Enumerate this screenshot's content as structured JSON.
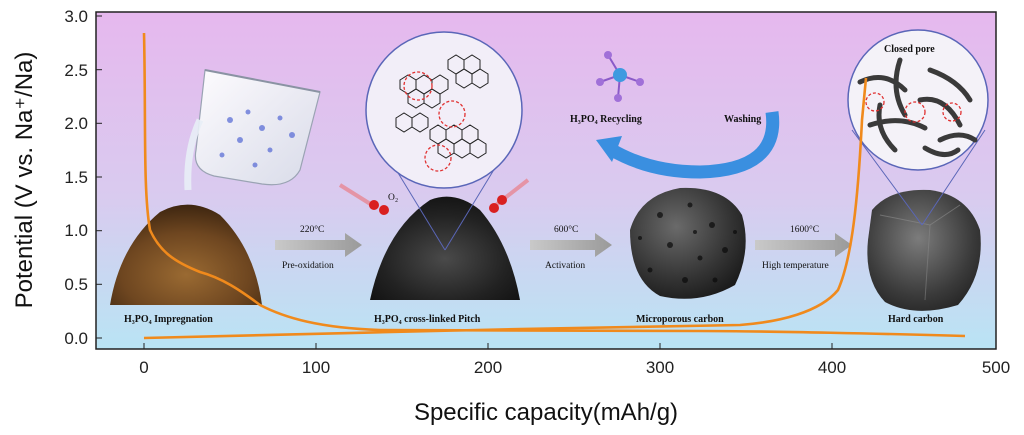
{
  "axes": {
    "xlabel": "Specific capacity(mAh/g)",
    "ylabel": "Potential (V vs. Na⁺/Na)",
    "xticks": [
      "0",
      "100",
      "200",
      "300",
      "400",
      "500"
    ],
    "yticks": [
      "0.0",
      "0.5",
      "1.0",
      "1.5",
      "2.0",
      "2.5",
      "3.0"
    ]
  },
  "stages": {
    "impregnation": "H₃PO₄ Impregnation",
    "crosslinked": "H₃PO₄ cross-linked Pitch",
    "microporous": "Microporous carbon",
    "hard": "Hard carbon"
  },
  "steps": {
    "s1_temp": "220°C",
    "s1_name": "Pre-oxidation",
    "s2_temp": "600°C",
    "s2_name": "Activation",
    "s3_temp": "1600°C",
    "s3_name": "High temperature"
  },
  "cycle": {
    "recycling": "H₃PO₄ Recycling",
    "washing": "Washing"
  },
  "annotations": {
    "closed_pore": "Closed pore",
    "oxygen": "O₂"
  },
  "colors": {
    "curve": "#F08A1C",
    "bg_top": "#E8B8F0",
    "bg_bottom": "#BDE6F3",
    "arrow_blue": "#3A8FE0"
  }
}
